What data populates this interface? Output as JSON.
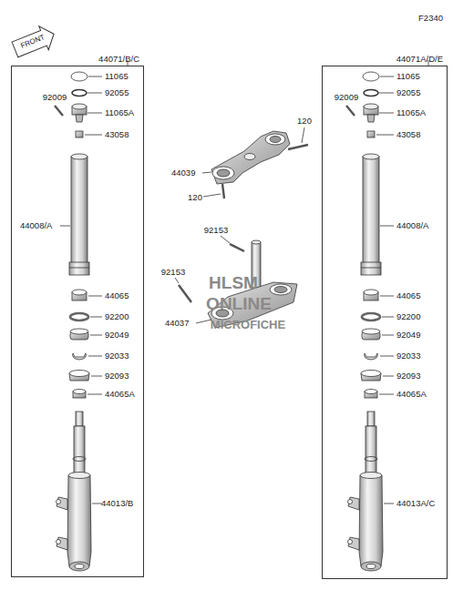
{
  "diagram": {
    "nodes": [
      {
        "text": [
          "44071/B/C"
        ]
      },
      {
        "text": [
          "44071A/D/E"
        ]
      }
    ],
    "labels": [
      "F2340",
      "FRONT",
      "11065",
      "92055",
      "92009",
      "11065A",
      "43058",
      "44008/A",
      "44065",
      "92200",
      "92049",
      "92033",
      "92093",
      "44065A",
      "44013/B",
      "120",
      "44039",
      "120",
      "92153",
      "92153",
      "44037",
      "11065",
      "92055",
      "92009",
      "11065A",
      "43058",
      "44008/A",
      "44065",
      "92200",
      "92049",
      "92033",
      "92093",
      "44065A",
      "44013A/C",
      "HLSM",
      "ONLINE",
      "MICROFICHE"
    ]
  }
}
